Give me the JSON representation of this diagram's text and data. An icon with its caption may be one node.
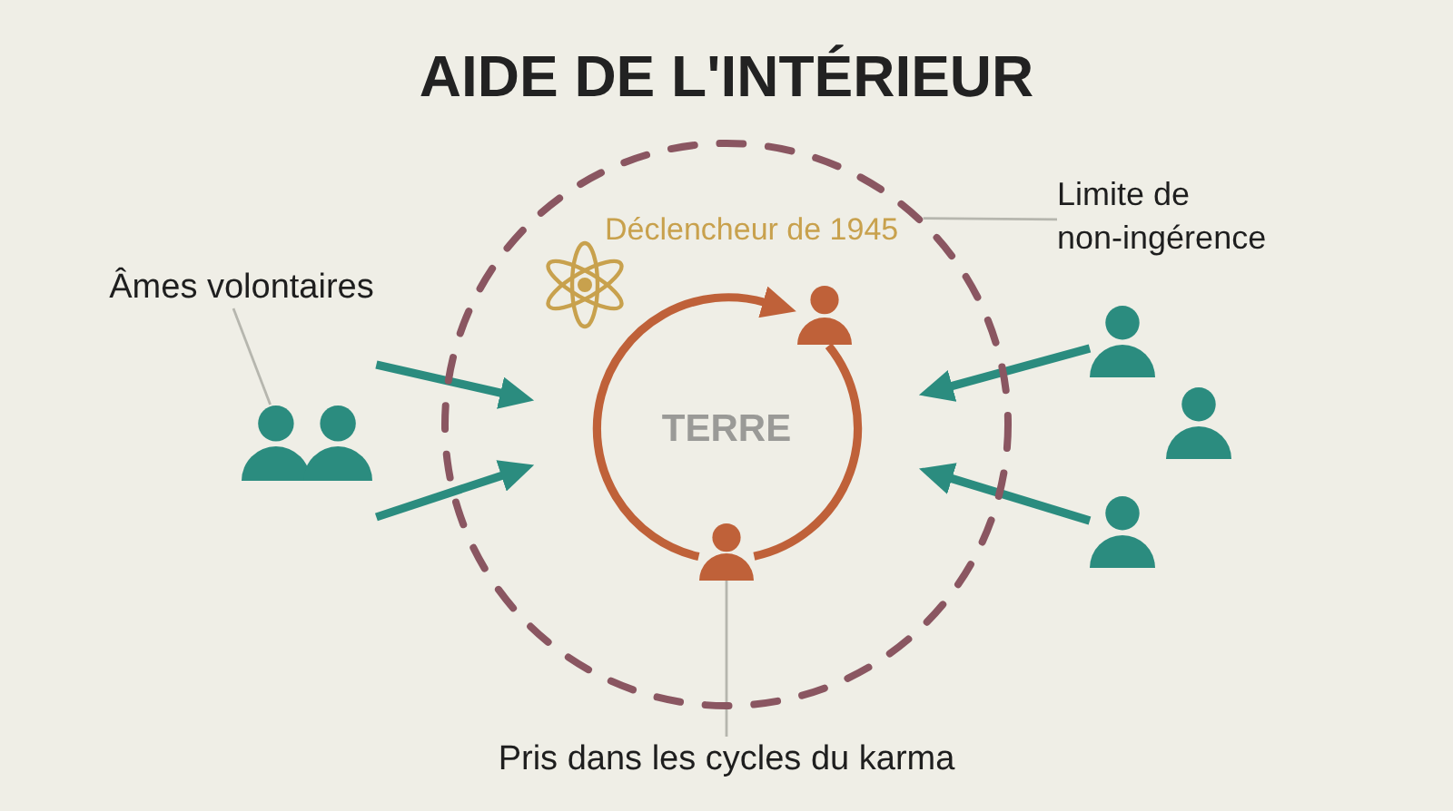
{
  "diagram": {
    "title": "AIDE DE L'INTÉRIEUR",
    "nodes": [
      {
        "text": [],
        "shape": "circle"
      },
      {
        "text": [
          "Limite de non-ingérence"
        ]
      },
      {
        "text": [
          "Âmes volontaires"
        ]
      },
      {
        "text": [],
        "shape": "person"
      },
      {
        "text": [],
        "shape": "person",
        "in": 0
      },
      {
        "text": [],
        "shape": "person",
        "in": 0
      },
      {
        "text": [],
        "shape": "person"
      },
      {
        "text": [],
        "shape": "person"
      },
      {
        "text": [],
        "shape": "person"
      },
      {
        "text": [
          "Pris dans les cycles du karma"
        ]
      }
    ],
    "edges": [
      {
        "from": 1,
        "to": 0,
        "arrow": "none",
        "color": "#b6b6ae"
      },
      {
        "from": 2,
        "to": 3,
        "arrow": "none",
        "color": "#b6b6ae"
      },
      {
        "from": 5,
        "to": 4,
        "arrow": "to",
        "color": "#bf6139"
      },
      {
        "from": 4,
        "to": 5,
        "arrow": "none",
        "color": "#bf6139"
      },
      {
        "from": 3,
        "to": 0,
        "arrow": "to"
      },
      {
        "from": 3,
        "to": 0,
        "arrow": "to"
      },
      {
        "from": 6,
        "to": 0,
        "arrow": "to"
      },
      {
        "from": 8,
        "to": 0,
        "arrow": "to"
      },
      {
        "from": 9,
        "to": 5,
        "arrow": "none",
        "color": "#b6b6ae"
      }
    ],
    "labels": [
      "Déclencheur de 1945",
      "TERRE"
    ]
  }
}
